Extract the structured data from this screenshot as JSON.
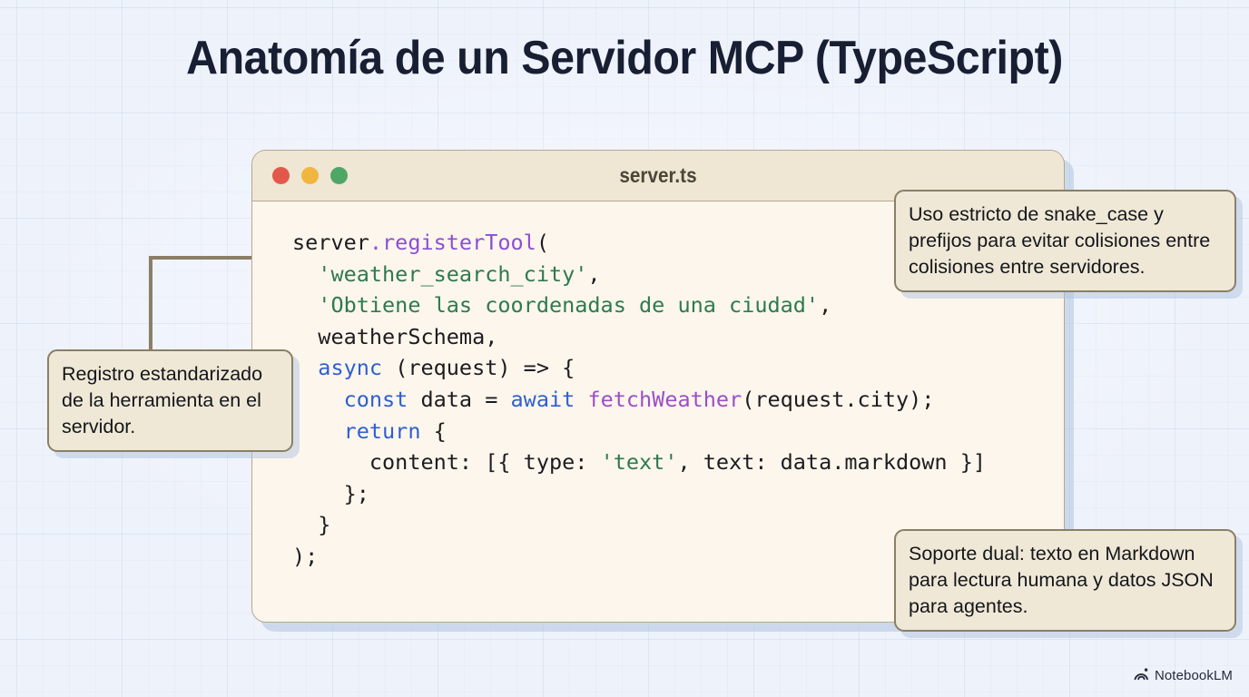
{
  "page": {
    "title": "Anatomía de un Servidor MCP (TypeScript)",
    "background_color": "#eef1fa"
  },
  "code_window": {
    "filename": "server.ts",
    "traffic_lights": [
      {
        "name": "close",
        "color": "#e2594c"
      },
      {
        "name": "minimize",
        "color": "#f0b63f"
      },
      {
        "name": "maximize",
        "color": "#4fa766"
      }
    ],
    "surface_color": "#fdf6ec",
    "titlebar_color": "#efe6d3",
    "border_color": "#b3a892",
    "code_lines": [
      {
        "indent": 0,
        "tokens": [
          {
            "t": "server",
            "c": "plain"
          },
          {
            "t": ".registerTool",
            "c": "prop"
          },
          {
            "t": "(",
            "c": "plain"
          }
        ]
      },
      {
        "indent": 1,
        "tokens": [
          {
            "t": "'weather_search_city'",
            "c": "str"
          },
          {
            "t": ",",
            "c": "plain"
          }
        ]
      },
      {
        "indent": 1,
        "tokens": [
          {
            "t": "'Obtiene las coordenadas de una ciudad'",
            "c": "str"
          },
          {
            "t": ",",
            "c": "plain"
          }
        ]
      },
      {
        "indent": 1,
        "tokens": [
          {
            "t": "weatherSchema,",
            "c": "plain"
          }
        ]
      },
      {
        "indent": 1,
        "tokens": [
          {
            "t": "async",
            "c": "kw"
          },
          {
            "t": " (request) => {",
            "c": "plain"
          }
        ]
      },
      {
        "indent": 2,
        "tokens": [
          {
            "t": "const",
            "c": "kw"
          },
          {
            "t": " data = ",
            "c": "plain"
          },
          {
            "t": "await",
            "c": "kw"
          },
          {
            "t": " ",
            "c": "plain"
          },
          {
            "t": "fetchWeather",
            "c": "fn"
          },
          {
            "t": "(request.city);",
            "c": "plain"
          }
        ]
      },
      {
        "indent": 2,
        "tokens": [
          {
            "t": "return",
            "c": "kw"
          },
          {
            "t": " {",
            "c": "plain"
          }
        ]
      },
      {
        "indent": 3,
        "tokens": [
          {
            "t": "content: [{ type: ",
            "c": "plain"
          },
          {
            "t": "'text'",
            "c": "str"
          },
          {
            "t": ", text: data.markdown }]",
            "c": "plain"
          }
        ]
      },
      {
        "indent": 2,
        "tokens": [
          {
            "t": "};",
            "c": "plain"
          }
        ]
      },
      {
        "indent": 1,
        "tokens": [
          {
            "t": "}",
            "c": "plain"
          }
        ]
      },
      {
        "indent": 0,
        "tokens": [
          {
            "t": ");",
            "c": "plain"
          }
        ]
      }
    ]
  },
  "callouts": {
    "left": {
      "text": "Registro estandarizado de la herramienta en el servidor.",
      "target": "server.registerTool("
    },
    "top_right": {
      "text": "Uso estricto de snake_case y prefijos para evitar colisiones entre colisiones entre servidores.",
      "target": "'weather_search_city'"
    },
    "bottom_right": {
      "text": "Soporte dual: texto en Markdown para lectura humana y datos JSON para agentes.",
      "target": "content: [{ type: 'text', text: data.markdown }]"
    },
    "style": {
      "fill": "#efe8d6",
      "border": "#8a7f66",
      "connector": "#8a7f66"
    }
  },
  "watermark": {
    "label": "NotebookLM",
    "icon": "notebooklm-logo-icon"
  }
}
